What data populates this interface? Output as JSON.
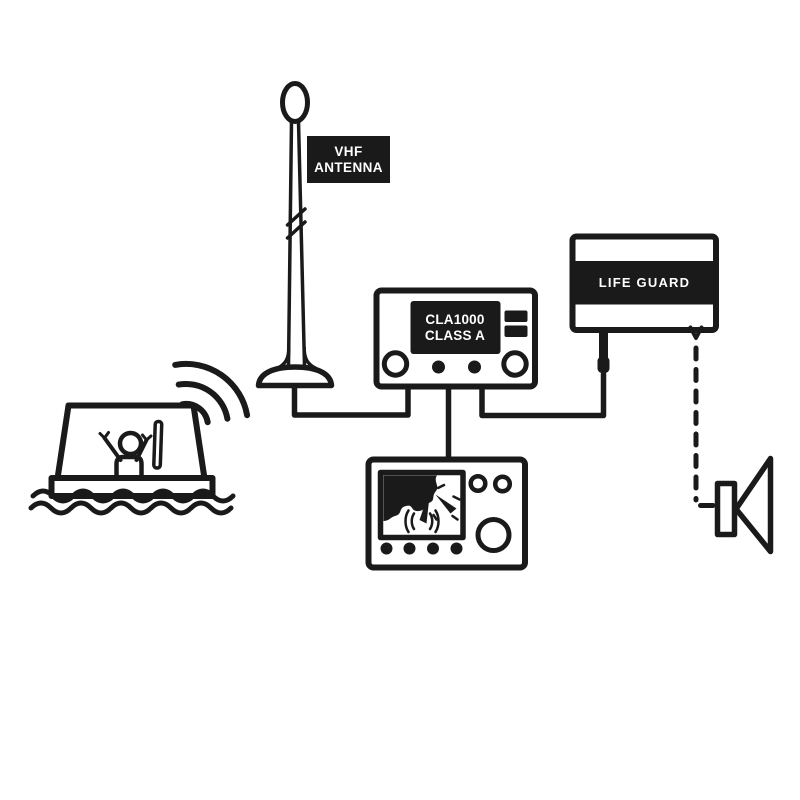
{
  "page": {
    "background_color": "#ffffff",
    "ink_color": "#1a1a1a"
  },
  "diagram": {
    "antenna_label": {
      "line1": "VHF",
      "line2": "ANTENNA"
    },
    "transceiver_label": {
      "line1": "CLA1000",
      "line2": "CLASS A"
    },
    "alarm_label": "LIFE GUARD",
    "icons": {
      "life_raft": "life-raft-icon",
      "person_waving": "person-waving-icon",
      "beacon_stick": "beacon-icon",
      "water": "water-waves-icon",
      "radio_waves": "radio-waves-icon",
      "vhf_antenna": "vhf-antenna-icon",
      "transceiver": "transceiver-front-panel-icon",
      "life_guard_unit": "life-guard-unit-icon",
      "loudspeaker": "loudspeaker-icon",
      "chartplotter": "chartplotter-icon",
      "audio_link": "dashed-audio-link"
    }
  }
}
